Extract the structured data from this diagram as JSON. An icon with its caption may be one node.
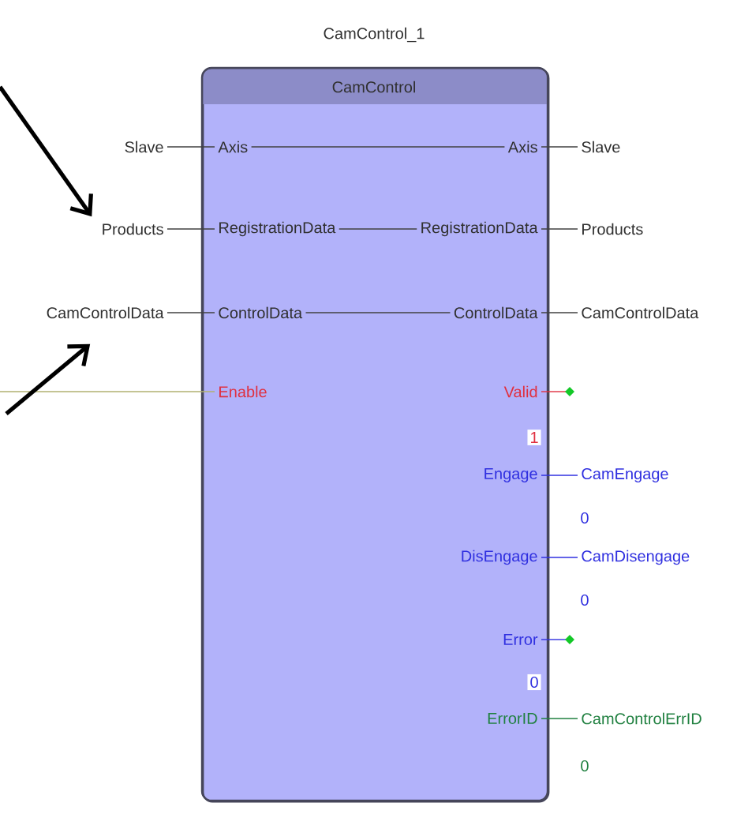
{
  "diagram": {
    "nodes": [
      {
        "text": [
          "CamControl_1",
          "CamControl"
        ]
      },
      {
        "text": [
          "Slave"
        ]
      },
      {
        "text": [
          "Axis"
        ],
        "in": 0
      },
      {
        "text": [
          "Axis"
        ],
        "in": 0
      },
      {
        "text": [
          "Slave"
        ]
      },
      {
        "text": [
          "Products"
        ]
      },
      {
        "text": [
          "RegistrationData"
        ],
        "in": 0
      },
      {
        "text": [
          "RegistrationData"
        ],
        "in": 0
      },
      {
        "text": [
          "Products"
        ]
      },
      {
        "text": [
          "CamControlData"
        ]
      },
      {
        "text": [
          "ControlData"
        ],
        "in": 0
      },
      {
        "text": [
          "ControlData"
        ],
        "in": 0
      },
      {
        "text": [
          "CamControlData"
        ]
      },
      {
        "text": [
          "Enable"
        ],
        "in": 0
      },
      {
        "text": [
          "Valid"
        ],
        "in": 0,
        "beside": [
          "1"
        ]
      },
      {
        "text": [
          "Engage"
        ],
        "in": 0
      },
      {
        "text": [
          "CamEngage"
        ],
        "beside": [
          "0"
        ]
      },
      {
        "text": [
          "DisEngage"
        ],
        "in": 0
      },
      {
        "text": [
          "CamDisengage"
        ],
        "beside": [
          "0"
        ]
      },
      {
        "text": [
          "Error"
        ],
        "in": 0,
        "beside": [
          "0"
        ]
      },
      {
        "text": [
          "ErrorID"
        ],
        "in": 0
      },
      {
        "text": [
          "CamControlErrID"
        ],
        "beside": [
          "0"
        ]
      }
    ],
    "edges": [
      {
        "from": 1,
        "to": 2,
        "arrow": "none"
      },
      {
        "from": 2,
        "to": 3,
        "arrow": "none"
      },
      {
        "from": 3,
        "to": 4,
        "arrow": "none"
      },
      {
        "from": 5,
        "to": 6,
        "arrow": "none"
      },
      {
        "from": 6,
        "to": 7,
        "arrow": "none"
      },
      {
        "from": 7,
        "to": 8,
        "arrow": "none"
      },
      {
        "from": 9,
        "to": 10,
        "arrow": "none"
      },
      {
        "from": 10,
        "to": 11,
        "arrow": "none"
      },
      {
        "from": 11,
        "to": 12,
        "arrow": "none"
      },
      {
        "from": null,
        "to": 13,
        "arrow": "none",
        "color": "#b0b070"
      },
      {
        "from": 14,
        "to": null,
        "arrow": "other",
        "color": "#e03040"
      },
      {
        "from": 15,
        "to": 16,
        "arrow": "none",
        "color": "#3030e0"
      },
      {
        "from": 17,
        "to": 18,
        "arrow": "none",
        "color": "#3030e0"
      },
      {
        "from": 19,
        "to": null,
        "arrow": "other",
        "color": "#3030e0"
      },
      {
        "from": 20,
        "to": 21,
        "arrow": "none",
        "color": "#208040"
      },
      {
        "from": null,
        "to": 5,
        "arrow": "to",
        "style": "thick",
        "color": "#000000"
      },
      {
        "from": null,
        "to": 9,
        "arrow": "to",
        "style": "thick",
        "color": "#000000"
      }
    ]
  }
}
